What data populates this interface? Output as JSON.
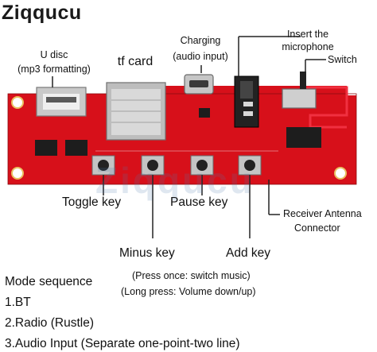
{
  "brand": "Ziqqucu",
  "watermark": "Ziqqucu",
  "labels": {
    "u_disc_1": "U disc",
    "u_disc_2": "(mp3 formatting)",
    "tf_card": "tf card",
    "charging_1": "Charging",
    "charging_2": "(audio input)",
    "mic_1": "Insert the",
    "mic_2": "microphone",
    "switch": "Switch",
    "toggle_key": "Toggle key",
    "pause_key": "Pause key",
    "receiver_1": "Receiver Antenna",
    "receiver_2": "Connector",
    "minus_key": "Minus key",
    "add_key": "Add key",
    "press_once": "(Press once: switch music)",
    "long_press": "(Long press: Volume down/up)"
  },
  "mode": {
    "title": "Mode sequence",
    "items": [
      "1.BT",
      "2.Radio (Rustle)",
      "3.Audio Input (Separate one-point-two line)"
    ]
  },
  "colors": {
    "pcb": "#d7101a",
    "pcb_dark": "#a10a12",
    "text": "#111111"
  }
}
